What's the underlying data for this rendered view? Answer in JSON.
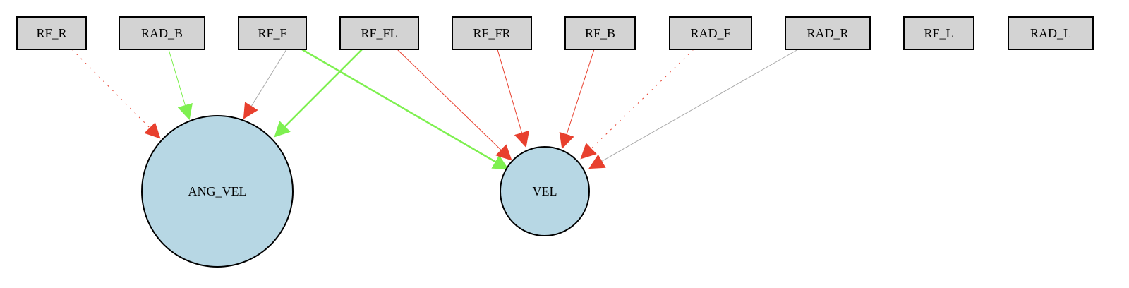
{
  "colors": {
    "input_fill": "#d3d3d3",
    "output_fill": "#b7d7e4",
    "positive_edge": "#7ef050",
    "negative_edge": "#e8402e",
    "neutral_edge": "#a9a9a9"
  },
  "inputs": [
    {
      "id": "RF_R",
      "label": "RF_R"
    },
    {
      "id": "RAD_B",
      "label": "RAD_B"
    },
    {
      "id": "RF_F",
      "label": "RF_F"
    },
    {
      "id": "RF_FL",
      "label": "RF_FL"
    },
    {
      "id": "RF_FR",
      "label": "RF_FR"
    },
    {
      "id": "RF_B",
      "label": "RF_B"
    },
    {
      "id": "RAD_F",
      "label": "RAD_F"
    },
    {
      "id": "RAD_R",
      "label": "RAD_R"
    },
    {
      "id": "RF_L",
      "label": "RF_L"
    },
    {
      "id": "RAD_L",
      "label": "RAD_L"
    }
  ],
  "outputs": [
    {
      "id": "ANG_VEL",
      "label": "ANG_VEL"
    },
    {
      "id": "VEL",
      "label": "VEL"
    }
  ],
  "edges": [
    {
      "from": "RF_R",
      "to": "ANG_VEL",
      "color": "red",
      "style": "dotted",
      "weight": "thin"
    },
    {
      "from": "RAD_B",
      "to": "ANG_VEL",
      "color": "green",
      "style": "solid",
      "weight": "thin"
    },
    {
      "from": "RF_F",
      "to": "ANG_VEL",
      "color": "gray",
      "style": "solid",
      "weight": "thin"
    },
    {
      "from": "RF_FL",
      "to": "ANG_VEL",
      "color": "green",
      "style": "solid",
      "weight": "thick"
    },
    {
      "from": "RF_F",
      "to": "VEL",
      "color": "green",
      "style": "solid",
      "weight": "thick"
    },
    {
      "from": "RF_FL",
      "to": "VEL",
      "color": "red",
      "style": "solid",
      "weight": "thin"
    },
    {
      "from": "RF_FR",
      "to": "VEL",
      "color": "red",
      "style": "solid",
      "weight": "thin"
    },
    {
      "from": "RF_B",
      "to": "VEL",
      "color": "red",
      "style": "solid",
      "weight": "thin"
    },
    {
      "from": "RAD_F",
      "to": "VEL",
      "color": "red",
      "style": "dotted",
      "weight": "thin"
    },
    {
      "from": "RAD_R",
      "to": "VEL",
      "color": "gray",
      "style": "solid",
      "weight": "thin"
    }
  ]
}
